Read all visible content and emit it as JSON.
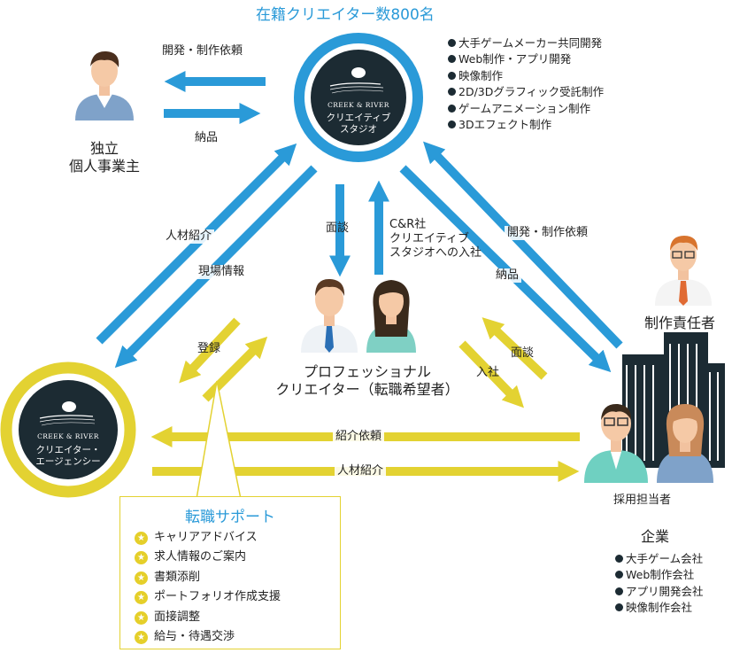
{
  "header": {
    "title": "在籍クリエイター数800名"
  },
  "studio": {
    "logo": "CREEK & RIVER",
    "line1": "クリエイティブ",
    "line2": "スタジオ",
    "services": [
      "大手ゲームメーカー共同開発",
      "Web制作・アプリ開発",
      "映像制作",
      "2D/3Dグラフィック受託制作",
      "ゲームアニメーション制作",
      "3Dエフェクト制作"
    ]
  },
  "agency": {
    "logo": "CREEK & RIVER",
    "line1": "クリエイター・",
    "line2": "エージェンシー"
  },
  "independent": {
    "line1": "独立",
    "line2": "個人事業主"
  },
  "creator": {
    "line1": "プロフェッショナル",
    "line2": "クリエイター（転職希望者）"
  },
  "company": {
    "manager": "制作責任者",
    "recruiter": "採用担当者",
    "title": "企業",
    "types": [
      "大手ゲーム会社",
      "Web制作会社",
      "アプリ開発会社",
      "映像制作会社"
    ]
  },
  "arrows": {
    "dev_request_top": "開発・制作依頼",
    "delivery_top": "納品",
    "talent_intro_left": "人材紹介",
    "site_info": "現場情報",
    "interview_center": "面談",
    "join_line1": "C&R社",
    "join_line2": "クリエイティブ",
    "join_line3": "スタジオへの入社",
    "dev_request_right": "開発・制作依頼",
    "delivery_right": "納品",
    "register": "登録",
    "interview_right": "面談",
    "join_company": "入社",
    "intro_request": "紹介依頼",
    "talent_intro_bottom": "人材紹介"
  },
  "support": {
    "title": "転職サポート",
    "items": [
      "キャリアアドバイス",
      "求人情報のご案内",
      "書類添削",
      "ポートフォリオ作成支援",
      "面接調整",
      "給与・待遇交渉"
    ]
  },
  "colors": {
    "blue": "#2a9ad8",
    "yellow": "#e3d232",
    "dark": "#1c2b33"
  }
}
